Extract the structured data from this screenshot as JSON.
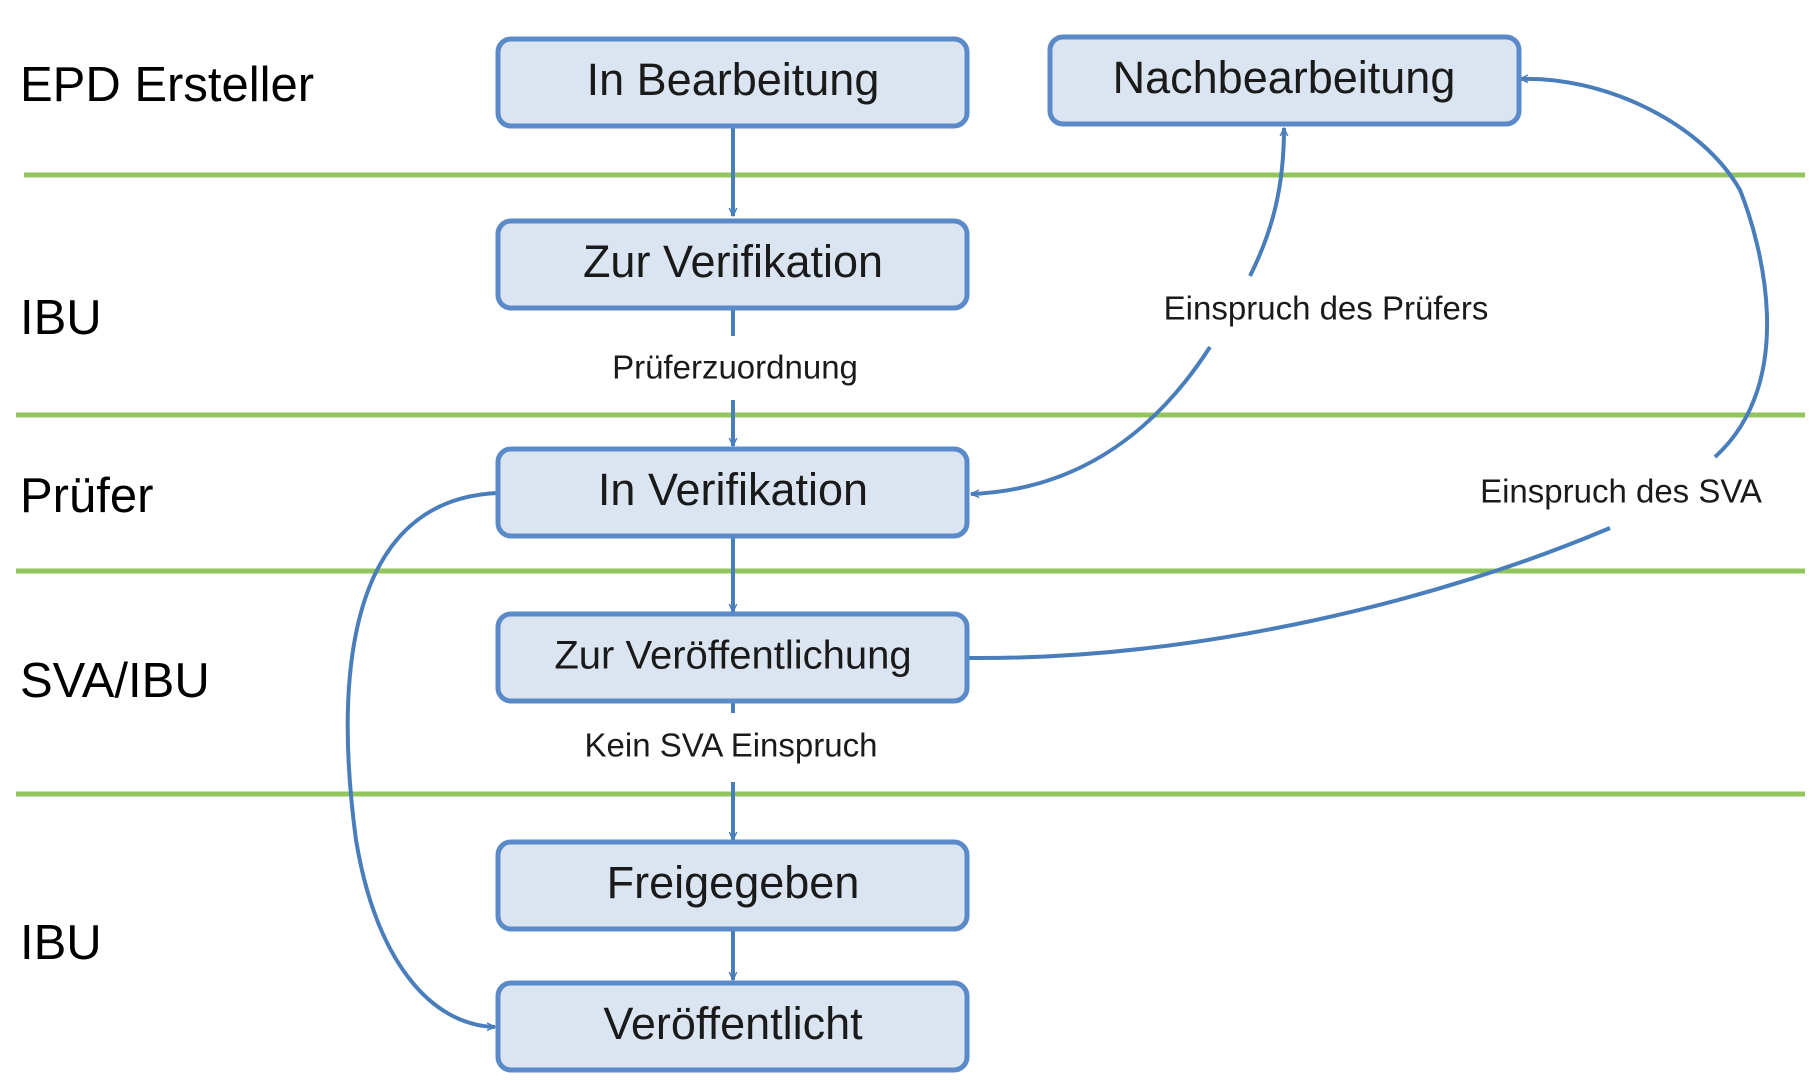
{
  "colors": {
    "lane_line": "#92c55c",
    "box_fill": "#dbe5f2",
    "box_stroke": "#5b8ac9",
    "arrow": "#4a7ebb"
  },
  "lanes": [
    {
      "label": "EPD Ersteller"
    },
    {
      "label": "IBU"
    },
    {
      "label": "Prüfer"
    },
    {
      "label": "SVA/IBU"
    },
    {
      "label": "IBU"
    }
  ],
  "states": [
    {
      "label": "In Bearbeitung"
    },
    {
      "label": "Nachbearbeitung"
    },
    {
      "label": "Zur Verifikation"
    },
    {
      "label": "In Verifikation"
    },
    {
      "label": "Zur Veröffentlichung"
    },
    {
      "label": "Freigegeben"
    },
    {
      "label": "Veröffentlicht"
    }
  ],
  "transitions": [
    {
      "label": "Prüferzuordnung"
    },
    {
      "label": "Kein SVA Einspruch"
    },
    {
      "label": "Einspruch des Prüfers"
    },
    {
      "label": "Einspruch des SVA"
    }
  ]
}
